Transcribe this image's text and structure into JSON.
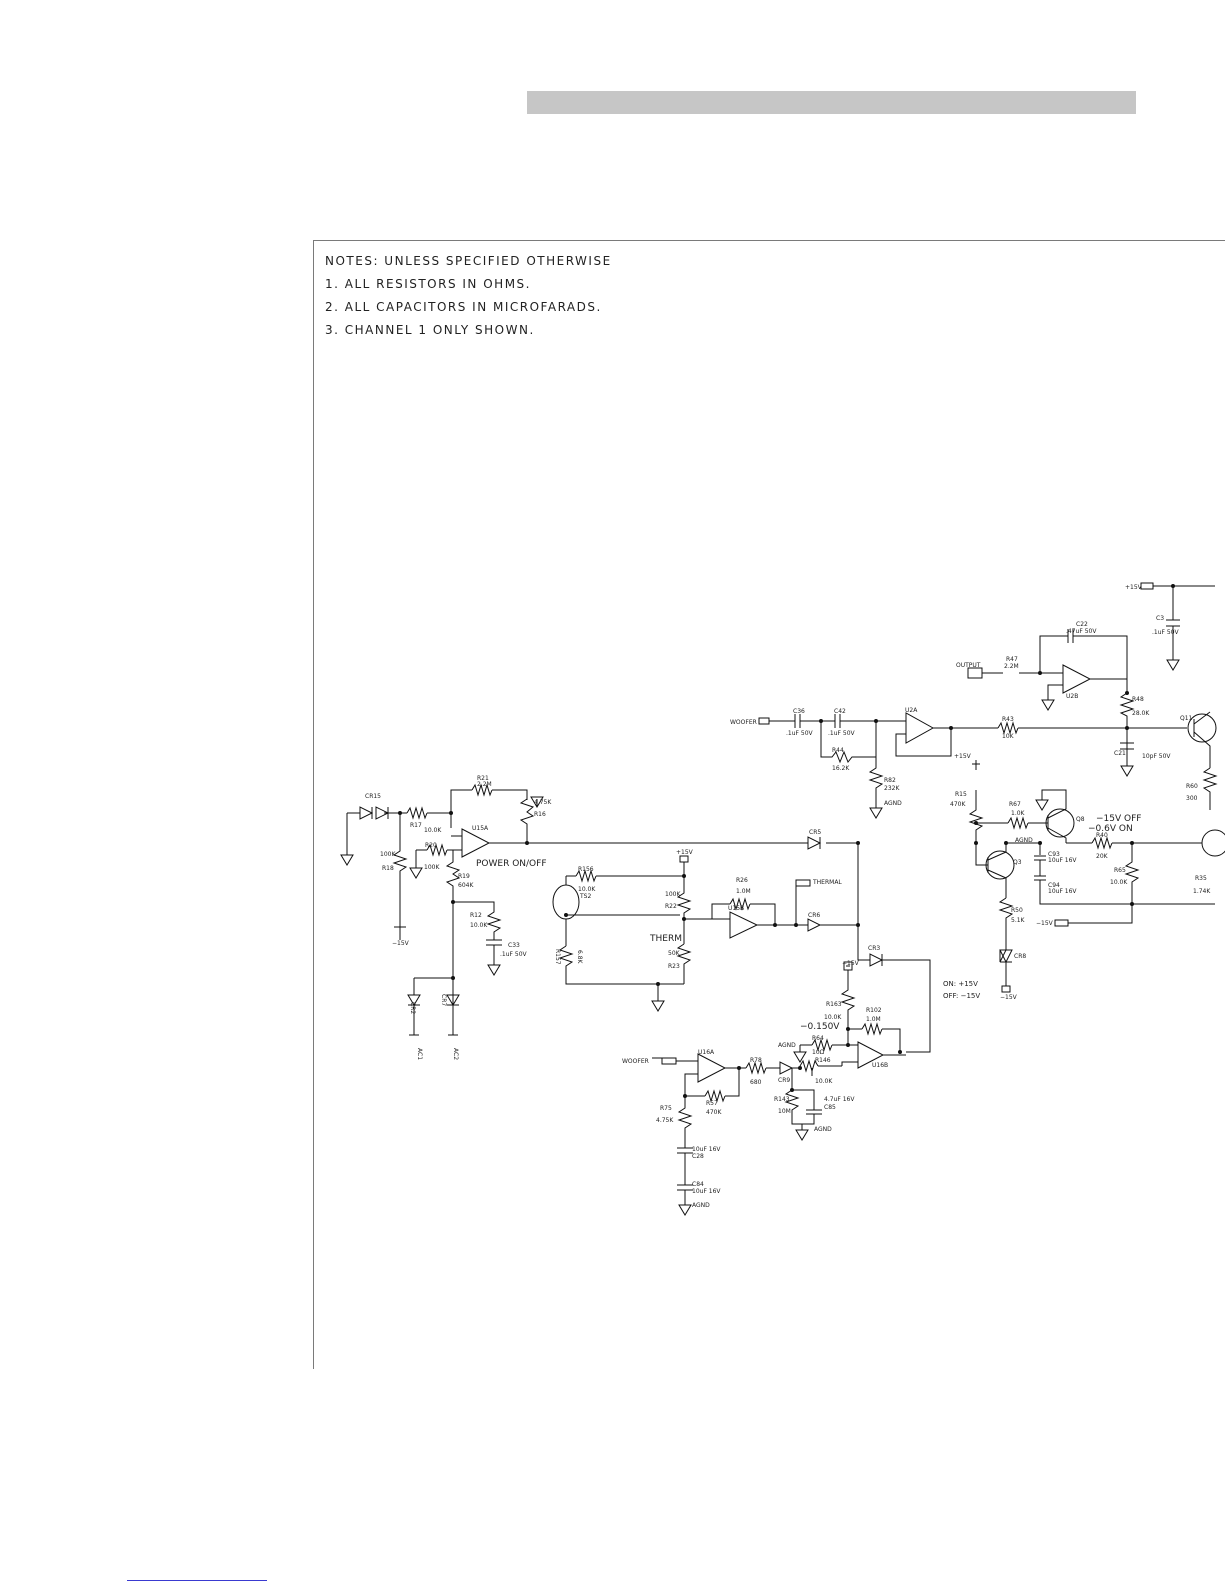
{
  "notes": [
    "NOTES: UNLESS SPECIFIED OTHERWISE",
    "1. ALL RESISTORS IN OHMS.",
    "2. ALL CAPACITORS IN MICROFARADS.",
    "3.  CHANNEL 1 ONLY SHOWN."
  ],
  "labels": {
    "p15v_top": "+15V",
    "c3": "C3",
    "c3_val": ".1uF 50V",
    "c22": "C22",
    "c22_val": ".47uF 50V",
    "output": "OUTPUT",
    "r47": "R47",
    "r47_val": "2.2M",
    "u2b": "U2B",
    "r48": "R48",
    "r48_val": "28.0K",
    "q11": "Q11",
    "c21": "C21",
    "c21_val": "10pF 50V",
    "woofer": "WOOFER",
    "c36": "C36",
    "c36_val": ".1uF 50V",
    "c42": "C42",
    "c42_val": ".1uF 50V",
    "u2a": "U2A",
    "r44": "R44",
    "r44_val": "16.2K",
    "r82": "R82",
    "r82_val": "232K",
    "agnd": "AGND",
    "r43": "R43",
    "r43_val": "10K",
    "p15v_u2a": "+15V",
    "r15": "R15",
    "r15_val": "470K",
    "r67": "R67",
    "r67_val": "1.0K",
    "q8": "Q8",
    "state_off": "−15V  OFF",
    "state_on": "−0.6V  ON",
    "r40": "R40",
    "r40_val": "20K",
    "r65": "R65",
    "r65_val": "10.0K",
    "r60": "R60",
    "r60_val": "300",
    "r35": "R35",
    "r35_val": "1.74K",
    "q3": "Q3",
    "c93": "C93",
    "c93_val": "10uF 16V",
    "c94": "C94",
    "c94_val": "10uF 16V",
    "r50": "R50",
    "r50_val": "5.1K",
    "n15v_mid": "−15V",
    "cr8": "CR8",
    "led_on": "ON:  +15V",
    "led_off": "OFF:  −15V",
    "n15v_led": "−15V",
    "cr15": "CR15",
    "r17": "R17",
    "r17_val": "10.0K",
    "r21": "R21",
    "r21_val": "2.2M",
    "r16": "R16",
    "r16_val": "4.75K",
    "u15a": "U15A",
    "power": "POWER ON/OFF",
    "r20": "R20",
    "r20_val": "100K",
    "r18": "R18",
    "r18_val": "100K",
    "r19": "R19",
    "r19_val": "604K",
    "n15v_left": "−15V",
    "r12": "R12",
    "r12_val": "10.0K",
    "c33": "C33",
    "c33_val": ".1uF 50V",
    "cr2": "CR2",
    "cr7": "CR7",
    "ac1": "AC1",
    "ac2": "AC2",
    "cr5": "CR5",
    "r156": "R156",
    "r156_val": "10.0K",
    "ts2": "TS2",
    "p15v_r22": "+15V",
    "r22": "R22",
    "r22_val": "100K",
    "r26": "R26",
    "r26_val": "1.0M",
    "thermal": "THERMAL",
    "u15b": "U15B",
    "therm": "THERM",
    "cr6": "CR6",
    "r157": "R157",
    "r157_val": "6.8K",
    "r23": "R23",
    "r23_val": "50K",
    "cr3": "CR3",
    "n15v_r163": "−15V",
    "r163": "R163",
    "r163_val": "10.0K",
    "r102": "R102",
    "r102_val": "1.0M",
    "v0150": "−0.150V",
    "r64": "R64",
    "r64_val": "10Ω",
    "r146": "R146",
    "r146_val": "10.0K",
    "u16b": "U16B",
    "woofer2": "WOOFER",
    "u16a": "U16A",
    "r78": "R78",
    "r78_val": "680",
    "cr9": "CR9",
    "r57": "R57",
    "r57_val": "470K",
    "r143": "R143",
    "r143_val": "10M",
    "c85": "C85",
    "c85_val": "4.7uF 16V",
    "r75": "R75",
    "r75_val": "4.75K",
    "c28": "C28",
    "c28_val": "10uF 16V",
    "c84": "C84",
    "c84_val": "10uF 16V"
  }
}
